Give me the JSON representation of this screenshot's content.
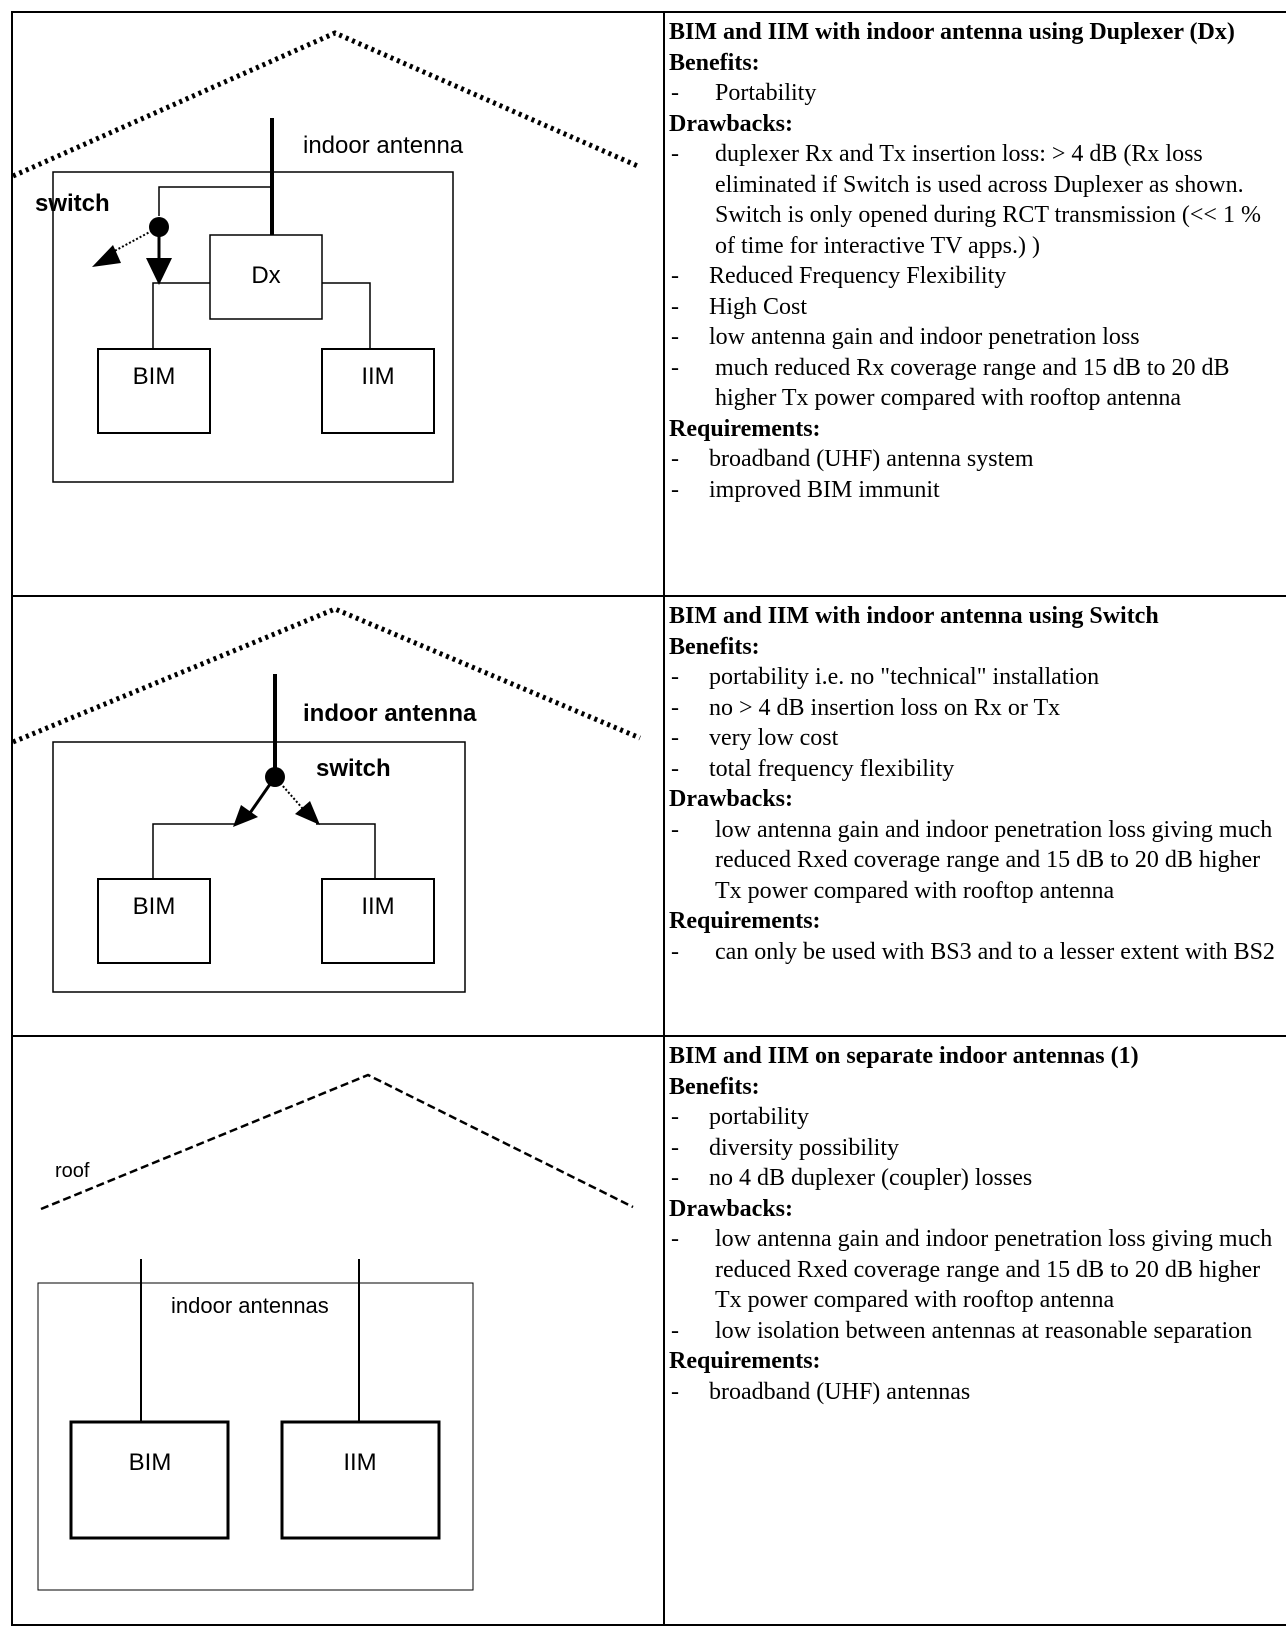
{
  "rows": [
    {
      "diagram": {
        "antenna_label": "indoor antenna",
        "switch_label": "switch",
        "duplexer_label": "Dx",
        "bim_label": "BIM",
        "iim_label": "IIM"
      },
      "title": "BIM and IIM with indoor antenna using Duplexer (Dx)",
      "benefits_heading": "Benefits:",
      "benefits": [
        "Portability"
      ],
      "drawbacks_heading": "Drawbacks:",
      "drawbacks": [
        "duplexer Rx and Tx insertion loss: > 4 dB (Rx loss eliminated if Switch is used across Duplexer as shown. Switch is only opened during RCT transmission (<< 1 % of time for interactive TV apps.) )",
        "Reduced Frequency Flexibility",
        "High Cost",
        "low antenna gain and indoor penetration loss",
        "much reduced Rx coverage range and 15 dB to 20 dB higher Tx power compared with rooftop antenna"
      ],
      "requirements_heading": "Requirements:",
      "requirements": [
        "broadband (UHF) antenna system",
        "improved BIM immunit"
      ]
    },
    {
      "diagram": {
        "antenna_label": "indoor antenna",
        "switch_label": "switch",
        "bim_label": "BIM",
        "iim_label": "IIM"
      },
      "title": "BIM and IIM with indoor antenna using Switch",
      "benefits_heading": "Benefits:",
      "benefits": [
        "portability i.e. no \"technical\" installation",
        "no > 4 dB insertion loss on Rx or Tx",
        "very low cost",
        "total frequency flexibility"
      ],
      "drawbacks_heading": "Drawbacks:",
      "drawbacks": [
        "low antenna gain and indoor penetration loss giving much reduced Rxed coverage range and 15 dB to 20 dB higher Tx power compared with rooftop antenna"
      ],
      "requirements_heading": "Requirements:",
      "requirements": [
        "can only be used with BS3 and to a lesser extent with BS2"
      ]
    },
    {
      "diagram": {
        "roof_label": "roof",
        "antennas_label": "indoor antennas",
        "bim_label": "BIM",
        "iim_label": "IIM"
      },
      "title": "BIM and IIM on separate indoor antennas (1)",
      "benefits_heading": "Benefits:",
      "benefits": [
        "portability",
        "diversity possibility",
        "no 4 dB duplexer (coupler) losses"
      ],
      "drawbacks_heading": "Drawbacks:",
      "drawbacks": [
        "low antenna gain and indoor penetration loss giving much reduced Rxed coverage range and 15 dB to 20 dB higher Tx power compared with rooftop antenna",
        "low isolation between antennas at reasonable separation"
      ],
      "requirements_heading": "Requirements:",
      "requirements": [
        "broadband (UHF) antennas"
      ]
    }
  ]
}
